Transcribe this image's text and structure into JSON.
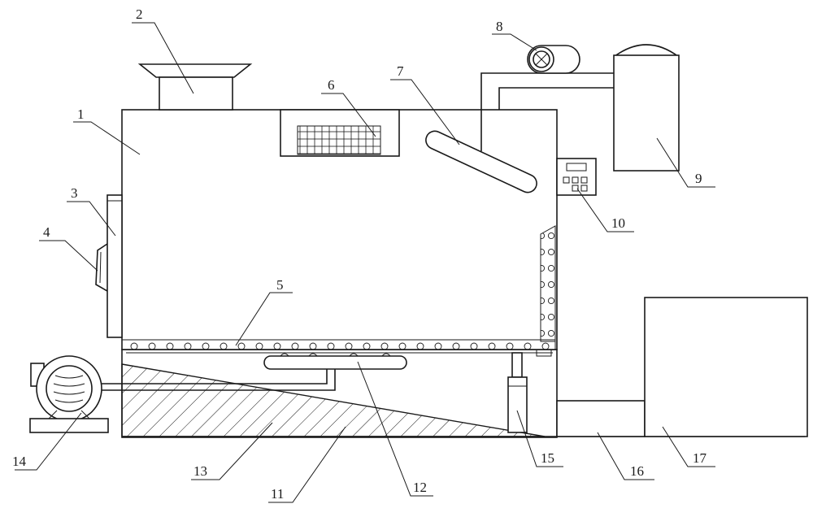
{
  "labels": {
    "l1": "1",
    "l2": "2",
    "l3": "3",
    "l4": "4",
    "l5": "5",
    "l6": "6",
    "l7": "7",
    "l8": "8",
    "l9": "9",
    "l10": "10",
    "l11": "11",
    "l12": "12",
    "l13": "13",
    "l14": "14",
    "l15": "15",
    "l16": "16",
    "l17": "17"
  },
  "colors": {
    "line": "#1a1a1a",
    "background": "#ffffff"
  }
}
